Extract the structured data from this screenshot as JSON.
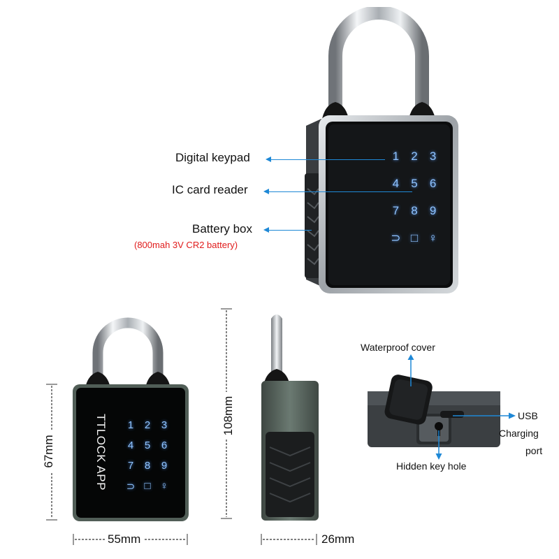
{
  "callouts": {
    "keypad": "Digital keypad",
    "card_reader": "IC card reader",
    "battery": "Battery box",
    "battery_note": "(800mah 3V CR2 battery)",
    "waterproof": "Waterproof cover",
    "usb_1": "USB",
    "usb_2": "Charging",
    "usb_3": "port",
    "hidden_key": "Hidden key hole"
  },
  "brand_text": "TTLOCK APP",
  "keypad_keys": [
    "1",
    "2",
    "3",
    "4",
    "5",
    "6",
    "7",
    "8",
    "9",
    "⊃",
    "□",
    "♀"
  ],
  "dimensions": {
    "height_shackle": "108mm",
    "height_body": "67mm",
    "width": "55mm",
    "depth": "26mm"
  },
  "colors": {
    "arrow": "#1e88d6",
    "battery_note": "#e01b1b",
    "key_glow": "#8fc3ff",
    "body_side": "#4f5c55"
  }
}
